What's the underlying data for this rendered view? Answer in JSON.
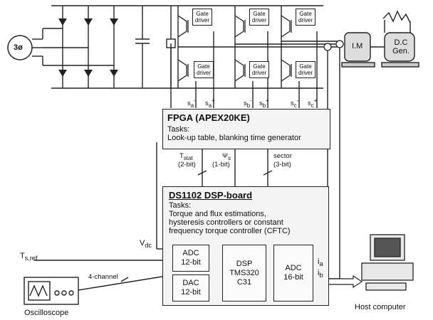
{
  "source": {
    "label": "3ø"
  },
  "gate_driver_label": "Gate driver",
  "motor": {
    "im_label": "I.M",
    "dc_gen_label": "D.C Gen."
  },
  "switch_signals": [
    "s",
    "s",
    "s",
    "s",
    "s",
    "s"
  ],
  "switch_signal_labels": [
    {
      "base": "s",
      "sub": "a",
      "sup": "-"
    },
    {
      "base": "s",
      "sub": "a",
      "sup": "+"
    },
    {
      "base": "s",
      "sub": "b",
      "sup": "-"
    },
    {
      "base": "s",
      "sub": "b",
      "sup": "+"
    },
    {
      "base": "s",
      "sub": "c",
      "sup": "-"
    },
    {
      "base": "s",
      "sub": "c",
      "sup": "+"
    }
  ],
  "fpga": {
    "title": "FPGA (APEX20KE)",
    "tasks_heading": "Tasks:",
    "tasks_text": "Look-up table, blanking time generator"
  },
  "signals": {
    "tstat": "T",
    "tstat_sub": "stat",
    "tstat_bits": "(2-bit)",
    "psi": "Ψ",
    "psi_sub": "s",
    "psi_bits": "(1-bit)",
    "sector": "sector",
    "sector_bits": "(3-bit)"
  },
  "dsp_board": {
    "title": "DS1102  DSP-board",
    "tasks_heading": "Tasks:",
    "tasks_lines": [
      "Torque and flux estimations,",
      "hysteresis controllers or constant",
      "frequency torque controller (CFTC)"
    ],
    "adc12": [
      "ADC",
      "12-bit"
    ],
    "dac12": [
      "DAC",
      "12-bit"
    ],
    "dsp": [
      "DSP",
      "TMS320",
      "C31"
    ],
    "adc16": [
      "ADC",
      "16-bit"
    ]
  },
  "inputs": {
    "vdc": "V",
    "vdc_sub": "dc",
    "tsref": "T",
    "tsref_sub": "s,ref",
    "ia": "i",
    "ia_sub": "a",
    "ib": "i",
    "ib_sub": "b",
    "four_channel": "4-channel"
  },
  "oscilloscope_label": "Oscilloscope",
  "host_computer_label": "Host computer"
}
